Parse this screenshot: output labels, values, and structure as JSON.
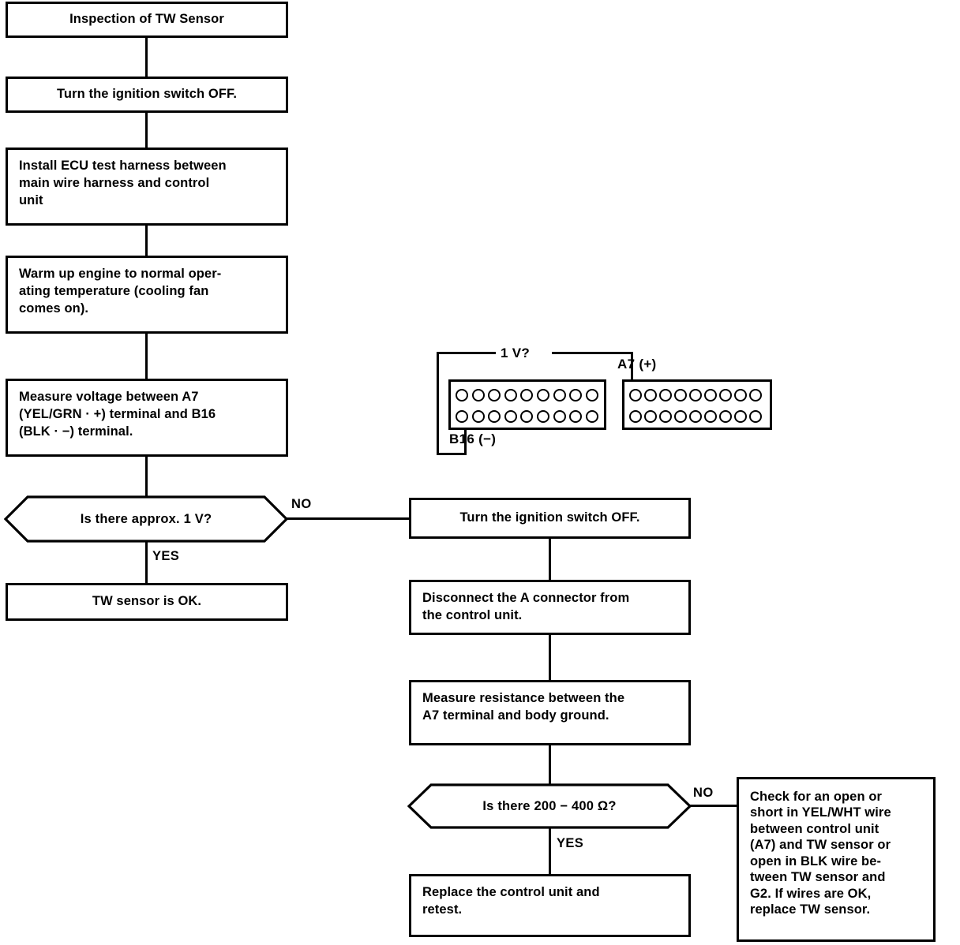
{
  "diagram": {
    "title": "Inspection of TW Sensor",
    "type": "troubleshooting-flowchart"
  },
  "nodes": {
    "start": {
      "label": "Inspection of TW Sensor"
    },
    "ign_off_1": {
      "label": "Turn the ignition switch OFF."
    },
    "install_harness": {
      "label": "Install ECU test harness between\nmain  wire  harness  and  control\nunit"
    },
    "warm_up": {
      "label": "Warm up engine to normal oper-\nating  temperature  (cooling  fan\ncomes on)."
    },
    "measure_voltage": {
      "label": "Measure  voltage  between  A7\n(YEL/GRN · +) terminal and B16\n(BLK · −) terminal."
    },
    "decision_voltage": {
      "label": "Is there approx. 1 V?"
    },
    "tw_ok": {
      "label": "TW sensor is OK."
    },
    "ign_off_2": {
      "label": "Turn the ignition switch OFF."
    },
    "disconnect_a": {
      "label": "Disconnect the A connector from\nthe control unit."
    },
    "measure_resistance": {
      "label": "Measure resistance between the\nA7 terminal and body ground."
    },
    "decision_resistance": {
      "label": "Is there 200 − 400 Ω?"
    },
    "replace_ecu": {
      "label": "Replace the control unit and\nretest."
    },
    "check_wire": {
      "label": "Check for an open or\nshort in YEL/WHT wire\nbetween control unit\n(A7) and TW sensor or\nopen in BLK wire be-\ntween TW sensor and\nG2.  If wires are OK,\nreplace TW sensor."
    }
  },
  "branch_labels": {
    "voltage_no": "NO",
    "voltage_yes": "YES",
    "resistance_no": "NO",
    "resistance_yes": "YES"
  },
  "connector_graphic": {
    "measurement_label": "1 V?",
    "positive_terminal": "A7 (+)",
    "negative_terminal": "B16 (−)",
    "blocks": [
      {
        "name": "b-connector",
        "rows": 2,
        "pins_per_row": 9
      },
      {
        "name": "a-connector",
        "rows": 2,
        "pins_per_row": 9
      }
    ]
  },
  "colors": {
    "ink": "#000000",
    "paper": "#ffffff"
  }
}
